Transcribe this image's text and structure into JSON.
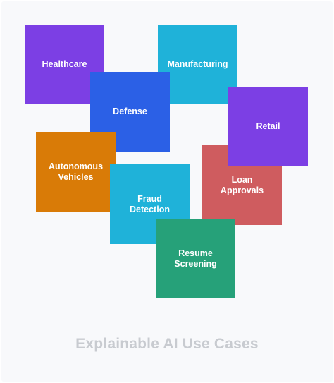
{
  "title": "Explainable AI Use Cases",
  "tiles": [
    {
      "label": "Healthcare",
      "color": "#7c3fe4"
    },
    {
      "label": "Manufacturing",
      "color": "#1fb2d9"
    },
    {
      "label": "Defense",
      "color": "#2b60e6"
    },
    {
      "label": "Retail",
      "color": "#7c3fe4"
    },
    {
      "label": "Autonomous\nVehicles",
      "color": "#d97b07"
    },
    {
      "label": "Loan\nApprovals",
      "color": "#cf5c5f"
    },
    {
      "label": "Fraud\nDetection",
      "color": "#1fb2d9"
    },
    {
      "label": "Resume\nScreening",
      "color": "#26a179"
    }
  ]
}
